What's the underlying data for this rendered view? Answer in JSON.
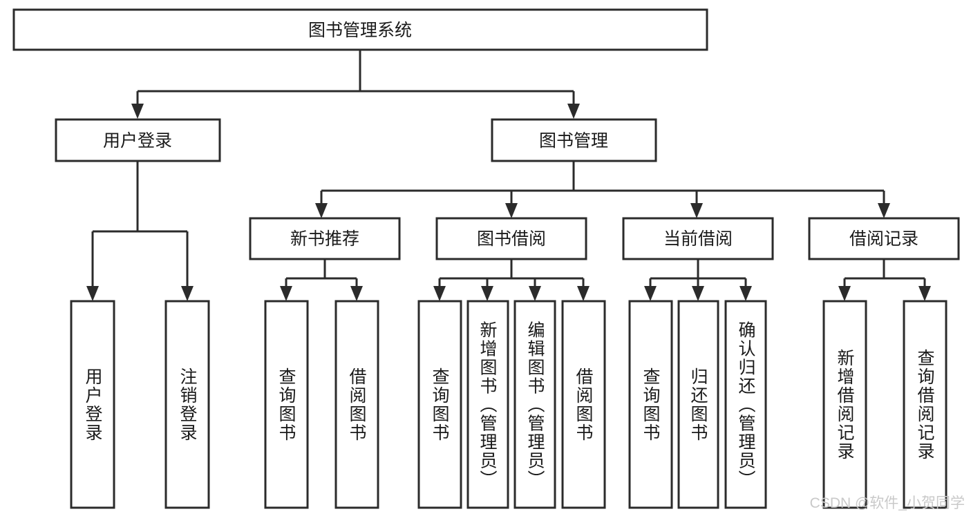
{
  "diagram": {
    "type": "tree",
    "title": "图书管理系统",
    "orientation": "top-down",
    "levels": 4,
    "style": {
      "box_fill": "#ffffff",
      "box_stroke": "#2b2b2b",
      "text_color": "#1a1a1a",
      "connector_color": "#2b2b2b",
      "background": "#ffffff",
      "watermark_color": "#c9c9c9"
    },
    "root": {
      "id": "root",
      "label": "图书管理系统"
    },
    "level2": [
      {
        "id": "user-login",
        "label": "用户登录"
      },
      {
        "id": "book-management",
        "label": "图书管理"
      }
    ],
    "level3": [
      {
        "id": "new-book-recommend",
        "label": "新书推荐",
        "parent": "book-management"
      },
      {
        "id": "book-borrow",
        "label": "图书借阅",
        "parent": "book-management"
      },
      {
        "id": "current-borrow",
        "label": "当前借阅",
        "parent": "book-management"
      },
      {
        "id": "borrow-record",
        "label": "借阅记录",
        "parent": "book-management"
      }
    ],
    "leaves": [
      {
        "id": "leaf-user-login",
        "label": "用户登录",
        "parent": "user-login"
      },
      {
        "id": "leaf-user-logout",
        "label": "注销登录",
        "parent": "user-login"
      },
      {
        "id": "leaf-query-book-1",
        "label": "查询图书",
        "parent": "new-book-recommend"
      },
      {
        "id": "leaf-borrow-book-1",
        "label": "借阅图书",
        "parent": "new-book-recommend"
      },
      {
        "id": "leaf-query-book-2",
        "label": "查询图书",
        "parent": "book-borrow"
      },
      {
        "id": "leaf-add-book",
        "label": "新增图书（管理员）",
        "parent": "book-borrow"
      },
      {
        "id": "leaf-edit-book",
        "label": "编辑图书（管理员）",
        "parent": "book-borrow"
      },
      {
        "id": "leaf-borrow-book-2",
        "label": "借阅图书",
        "parent": "book-borrow"
      },
      {
        "id": "leaf-query-book-3",
        "label": "查询图书",
        "parent": "current-borrow"
      },
      {
        "id": "leaf-return-book",
        "label": "归还图书",
        "parent": "current-borrow"
      },
      {
        "id": "leaf-confirm-return",
        "label": "确认归还（管理员）",
        "parent": "current-borrow"
      },
      {
        "id": "leaf-add-record",
        "label": "新增借阅记录",
        "parent": "borrow-record"
      },
      {
        "id": "leaf-query-record",
        "label": "查询借阅记录",
        "parent": "borrow-record"
      }
    ]
  },
  "watermark": {
    "text": "CSDN @软件_小贺同学"
  }
}
